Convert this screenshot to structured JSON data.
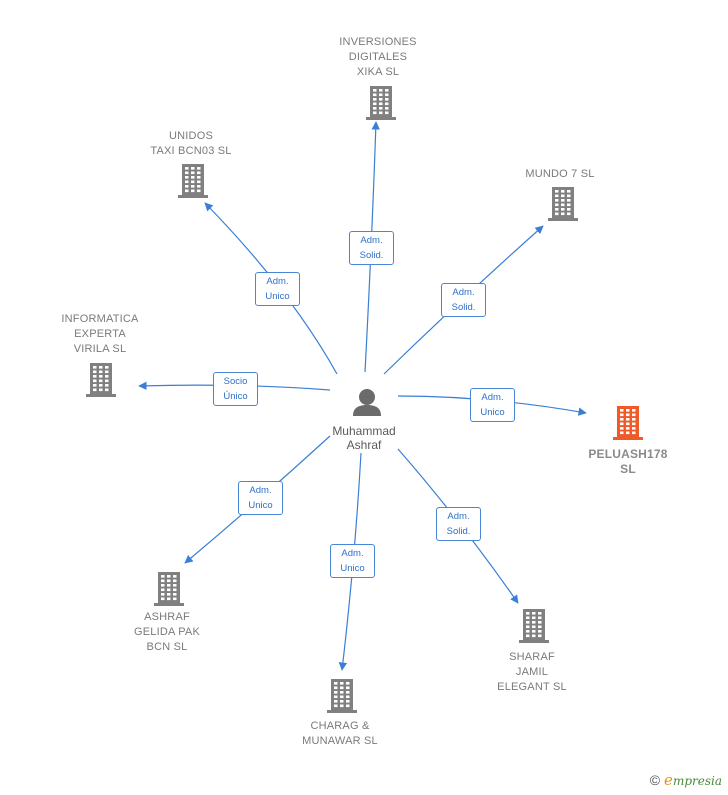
{
  "center": {
    "name_lines": [
      "Muhammad",
      "Ashraf"
    ],
    "icon": "person-icon"
  },
  "companies": [
    {
      "id": "inversiones",
      "lines": [
        "INVERSIONES",
        "DIGITALES",
        "XIKA  SL"
      ],
      "icon": "building-icon",
      "color": "#808080",
      "relation": [
        "Adm.",
        "Solid."
      ]
    },
    {
      "id": "unidos",
      "lines": [
        "UNIDOS",
        "TAXI BCN03  SL"
      ],
      "icon": "building-icon",
      "color": "#808080",
      "relation": [
        "Adm.",
        "Unico"
      ]
    },
    {
      "id": "mundo7",
      "lines": [
        "MUNDO 7  SL"
      ],
      "icon": "building-icon",
      "color": "#808080",
      "relation": [
        "Adm.",
        "Solid."
      ]
    },
    {
      "id": "informatica",
      "lines": [
        "INFORMATICA",
        "EXPERTA",
        "VIRILA  SL"
      ],
      "icon": "building-icon",
      "color": "#808080",
      "relation": [
        "Socio",
        "Único"
      ]
    },
    {
      "id": "peluash",
      "lines": [
        "PELUASH178",
        "SL"
      ],
      "icon": "building-icon",
      "color": "#f05a28",
      "highlight": true,
      "relation": [
        "Adm.",
        "Unico"
      ]
    },
    {
      "id": "ashraf",
      "lines": [
        "ASHRAF",
        "GELIDA PAK",
        "BCN  SL"
      ],
      "icon": "building-icon",
      "color": "#808080",
      "relation": [
        "Adm.",
        "Unico"
      ]
    },
    {
      "id": "charag",
      "lines": [
        "CHARAG &",
        "MUNAWAR  SL"
      ],
      "icon": "building-icon",
      "color": "#808080",
      "relation": [
        "Adm.",
        "Unico"
      ]
    },
    {
      "id": "sharaf",
      "lines": [
        "SHARAF",
        "JAMIL",
        "ELEGANT SL"
      ],
      "icon": "building-icon",
      "color": "#808080",
      "relation": [
        "Adm.",
        "Solid."
      ]
    }
  ],
  "colors": {
    "edge": "#3a7fd5",
    "building": "#808080",
    "highlight": "#f05a28",
    "person": "#6b6b6b"
  },
  "footer": {
    "copyright_symbol": "©",
    "brand_first": "e",
    "brand_rest": "mpresia"
  }
}
